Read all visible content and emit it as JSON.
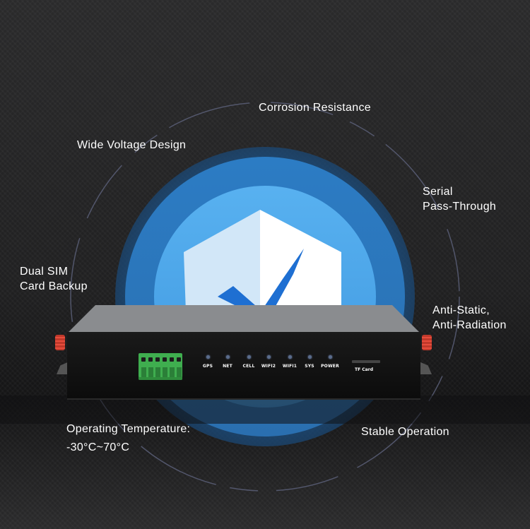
{
  "features": {
    "corrosion": "Corrosion Resistance",
    "wide_voltage": "Wide Voltage Design",
    "serial": "Serial\nPass-Through",
    "dual_sim": "Dual SIM\nCard Backup",
    "anti_static": "Anti-Static,\nAnti-Radiation",
    "operating_temperature": "Operating Temperature:",
    "operating_temperature_range": "-30°C~70°C",
    "stable": "Stable Operation"
  },
  "device": {
    "leds": [
      "GPS",
      "NET",
      "CELL",
      "WIFI2",
      "WIFI1",
      "SYS",
      "POWER"
    ],
    "tf_card_label": "TF Card"
  },
  "colors": {
    "background": "#202021",
    "circle_outer": "#1f5a93",
    "circle_mid": "#2e7fc6",
    "circle_inner": "#4ea6ec",
    "shield_light": "#ffffff",
    "shield_tint": "#cfe4f6",
    "check": "#1e6fd2",
    "terminal_block": "#3fae4f",
    "antenna": "#d13b2c",
    "dashed_ring": "#5a5f78"
  },
  "icons": {
    "shield": "shield-check-icon"
  }
}
